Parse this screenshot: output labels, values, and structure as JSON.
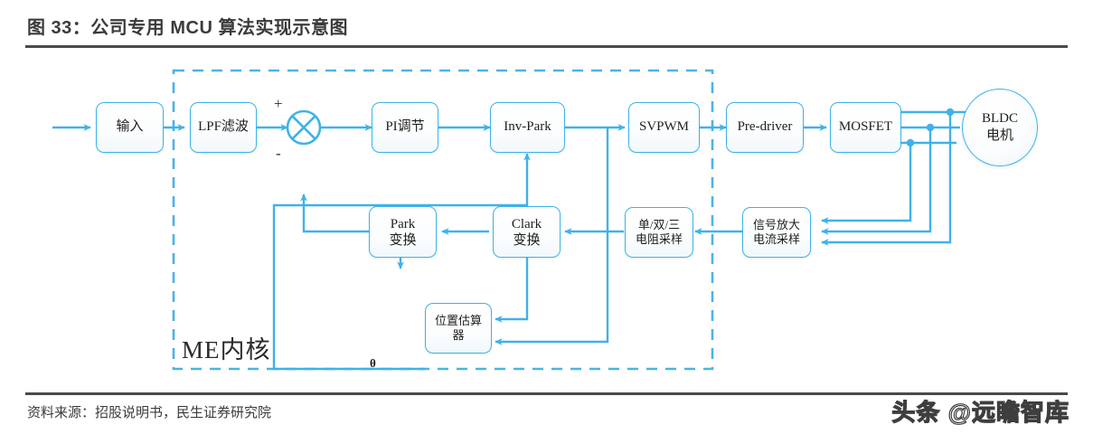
{
  "figure": {
    "title": "图 33：公司专用 MCU 算法实现示意图",
    "source": "资料来源：招股说明书，民生证券研究院",
    "watermark": "头条 @远瞻智库"
  },
  "theme": {
    "line_color": "#3fb2e8",
    "dash_color": "#4bb3e6",
    "text_color": "#1e1e1e",
    "rule_color": "#4a4a4a"
  },
  "diagram": {
    "type": "block-diagram",
    "region_label": "ME内核",
    "sum_junction": {
      "plus": "+",
      "minus": "-"
    },
    "theta_label": "θ",
    "nodes": [
      {
        "id": "input",
        "label": "输入",
        "shape": "rounded-rect"
      },
      {
        "id": "lpf",
        "label": "LPF滤波",
        "shape": "rounded-rect"
      },
      {
        "id": "pi",
        "label": "PI调节",
        "shape": "rounded-rect"
      },
      {
        "id": "invpark",
        "label": "Inv-Park",
        "shape": "rounded-rect"
      },
      {
        "id": "svpwm",
        "label": "SVPWM",
        "shape": "rounded-rect"
      },
      {
        "id": "predriver",
        "label": "Pre-driver",
        "shape": "rounded-rect"
      },
      {
        "id": "mosfet",
        "label": "MOSFET",
        "shape": "rounded-rect"
      },
      {
        "id": "bldc",
        "label_line1": "BLDC",
        "label_line2": "电机",
        "shape": "ellipse"
      },
      {
        "id": "park",
        "label_line1": "Park",
        "label_line2": "变换",
        "shape": "rounded-rect"
      },
      {
        "id": "clark",
        "label_line1": "Clark",
        "label_line2": "变换",
        "shape": "rounded-rect"
      },
      {
        "id": "shunt",
        "label_line1": "单/双/三",
        "label_line2": "电阻采样",
        "shape": "rounded-rect"
      },
      {
        "id": "amp",
        "label_line1": "信号放大",
        "label_line2": "电流采样",
        "shape": "rounded-rect"
      },
      {
        "id": "estimator",
        "label_line1": "位置估算",
        "label_line2": "器",
        "shape": "rounded-rect"
      }
    ],
    "edges": [
      {
        "from": "source",
        "to": "input"
      },
      {
        "from": "input",
        "to": "lpf"
      },
      {
        "from": "lpf",
        "to": "sum_junction"
      },
      {
        "from": "sum_junction",
        "to": "pi"
      },
      {
        "from": "pi",
        "to": "invpark"
      },
      {
        "from": "invpark",
        "to": "svpwm"
      },
      {
        "from": "svpwm",
        "to": "predriver"
      },
      {
        "from": "predriver",
        "to": "mosfet"
      },
      {
        "from": "mosfet",
        "to": "bldc"
      },
      {
        "from": "mosfet",
        "to": "amp"
      },
      {
        "from": "amp",
        "to": "shunt"
      },
      {
        "from": "shunt",
        "to": "clark"
      },
      {
        "from": "clark",
        "to": "park"
      },
      {
        "from": "clark",
        "to": "estimator"
      },
      {
        "from": "invpark",
        "to": "estimator"
      },
      {
        "from": "park",
        "to": "sum_junction",
        "note": "negative feedback"
      },
      {
        "from": "estimator",
        "to": "park",
        "label": "θ"
      },
      {
        "from": "estimator",
        "to": "invpark",
        "label": "θ"
      }
    ]
  }
}
